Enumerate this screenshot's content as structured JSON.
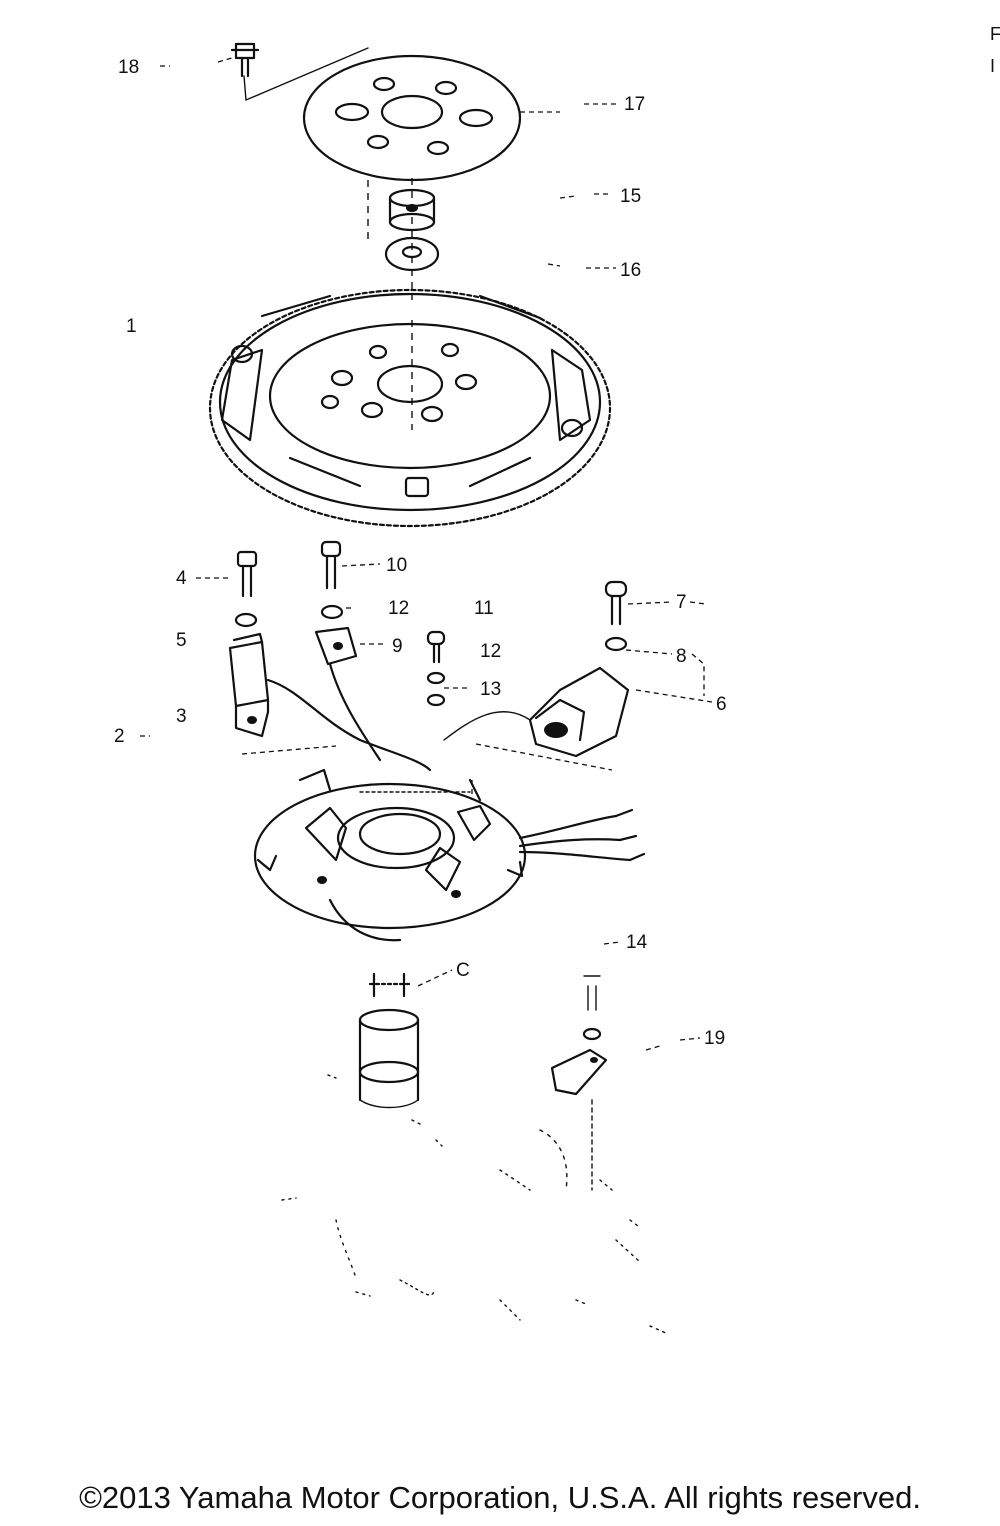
{
  "labels": {
    "c1": "1",
    "c2": "2",
    "c3": "3",
    "c4": "4",
    "c5": "5",
    "c6": "6",
    "c7": "7",
    "c8": "8",
    "c9": "9",
    "c10": "10",
    "c11": "11",
    "c12a": "12",
    "c12b": "12",
    "c13": "13",
    "c14": "14",
    "c15": "15",
    "c16": "16",
    "c17": "17",
    "c18": "18",
    "c19": "19",
    "cC": "C"
  },
  "corner": {
    "mark1": "F",
    "mark2": "I"
  },
  "copyright": "©2013 Yamaha Motor Corporation, U.S.A. All rights reserved."
}
